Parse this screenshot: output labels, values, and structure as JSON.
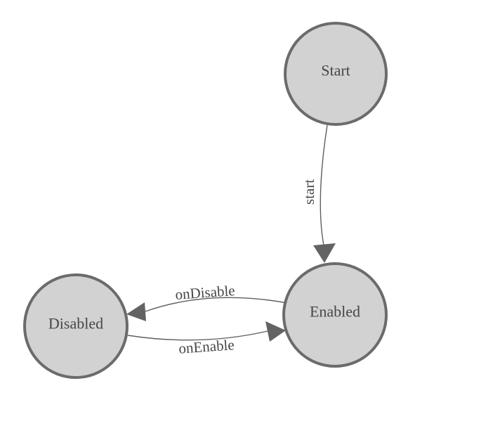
{
  "diagram": {
    "kind": "state-machine-graph",
    "background_color": "#ffffff",
    "colors": {
      "node_fill": "#d2d2d2",
      "node_stroke": "#6b6b6b",
      "edge_stroke": "#5f5f5f",
      "arrow_fill": "#636363",
      "label_color": "#464646"
    },
    "nodes": [
      {
        "id": "start",
        "label": "Start"
      },
      {
        "id": "enabled",
        "label": "Enabled"
      },
      {
        "id": "disabled",
        "label": "Disabled"
      }
    ],
    "edges": [
      {
        "id": "start-to-enabled",
        "label": "start",
        "from": "Start",
        "to": "Enabled"
      },
      {
        "id": "enabled-to-disabled",
        "label": "onDisable",
        "from": "Enabled",
        "to": "Disabled"
      },
      {
        "id": "disabled-to-enabled",
        "label": "onEnable",
        "from": "Disabled",
        "to": "Enabled"
      }
    ]
  }
}
